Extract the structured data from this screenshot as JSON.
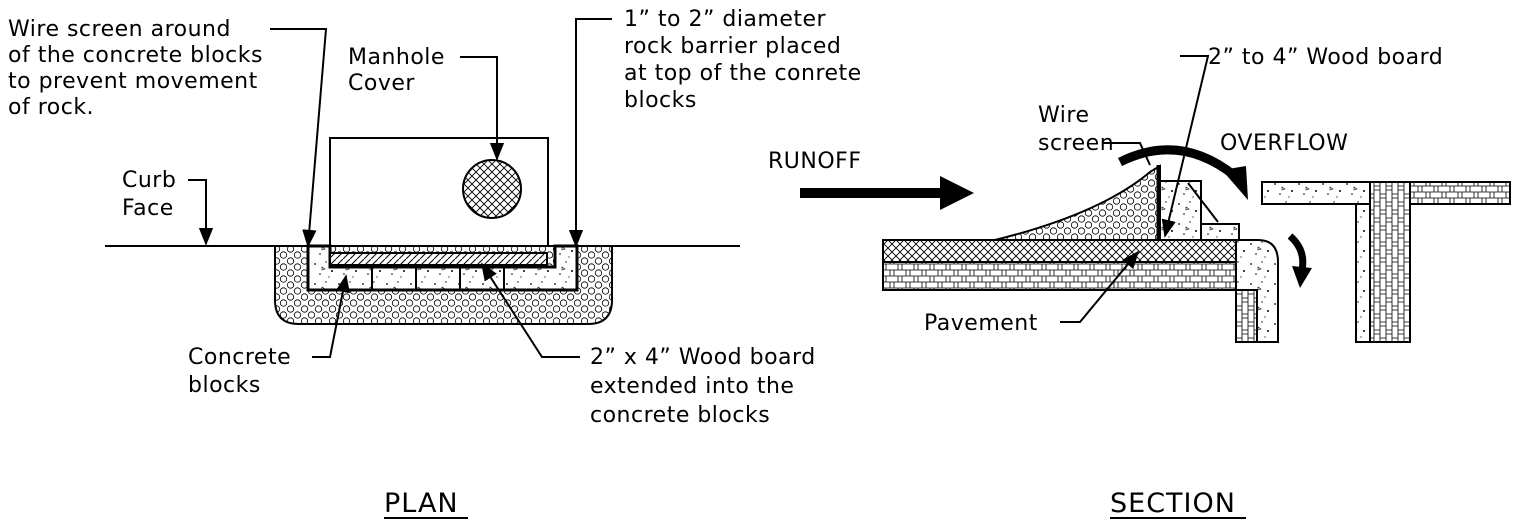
{
  "plan": {
    "title": "PLAN",
    "labels": {
      "wire_screen": [
        "Wire screen around",
        "of the concrete blocks",
        "to prevent movement",
        "of rock."
      ],
      "manhole_cover": [
        "Manhole",
        "Cover"
      ],
      "rock_barrier": [
        "1” to 2” diameter",
        "rock barrier placed",
        "at top of the conrete",
        "blocks"
      ],
      "curb_face": [
        "Curb",
        "Face"
      ],
      "concrete_blocks": [
        "Concrete",
        "blocks"
      ],
      "wood_board": [
        "2” x 4” Wood board",
        "extended into the",
        "concrete blocks"
      ]
    }
  },
  "section": {
    "title": "SECTION",
    "labels": {
      "wood_board": [
        "2” to 4” Wood board"
      ],
      "wire_screen": [
        "Wire",
        "screen"
      ],
      "overflow": [
        "OVERFLOW"
      ],
      "runoff": [
        "RUNOFF"
      ],
      "pavement": [
        "Pavement"
      ]
    }
  }
}
